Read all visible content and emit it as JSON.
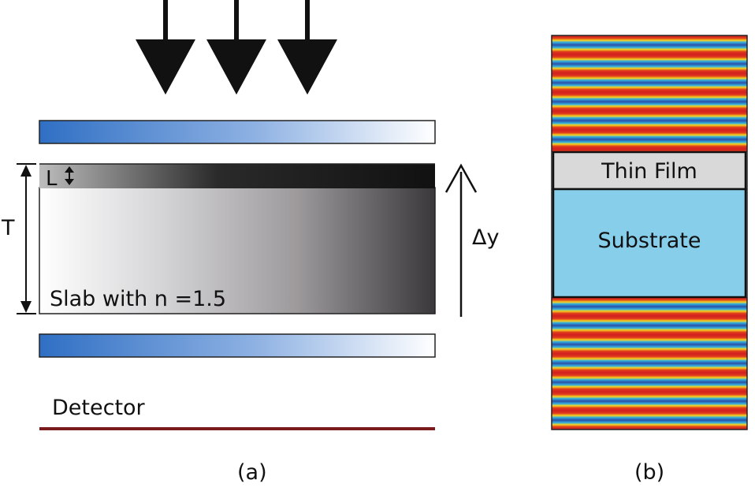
{
  "panel_a": {
    "thin_layer_label": "L",
    "thickness_label": "T",
    "slab_label": "Slab with n =1.5",
    "displacement_label": "Δy",
    "detector_label": "Detector",
    "caption": "(a)"
  },
  "panel_b": {
    "film_label": "Thin Film",
    "substrate_label": "Substrate",
    "caption": "(b)"
  },
  "colors": {
    "wave_blue": "#2f6fc4",
    "film_fill": "#d9d9d9",
    "substrate_fill": "#87ceeb",
    "detector_line": "#7a1c1c"
  }
}
